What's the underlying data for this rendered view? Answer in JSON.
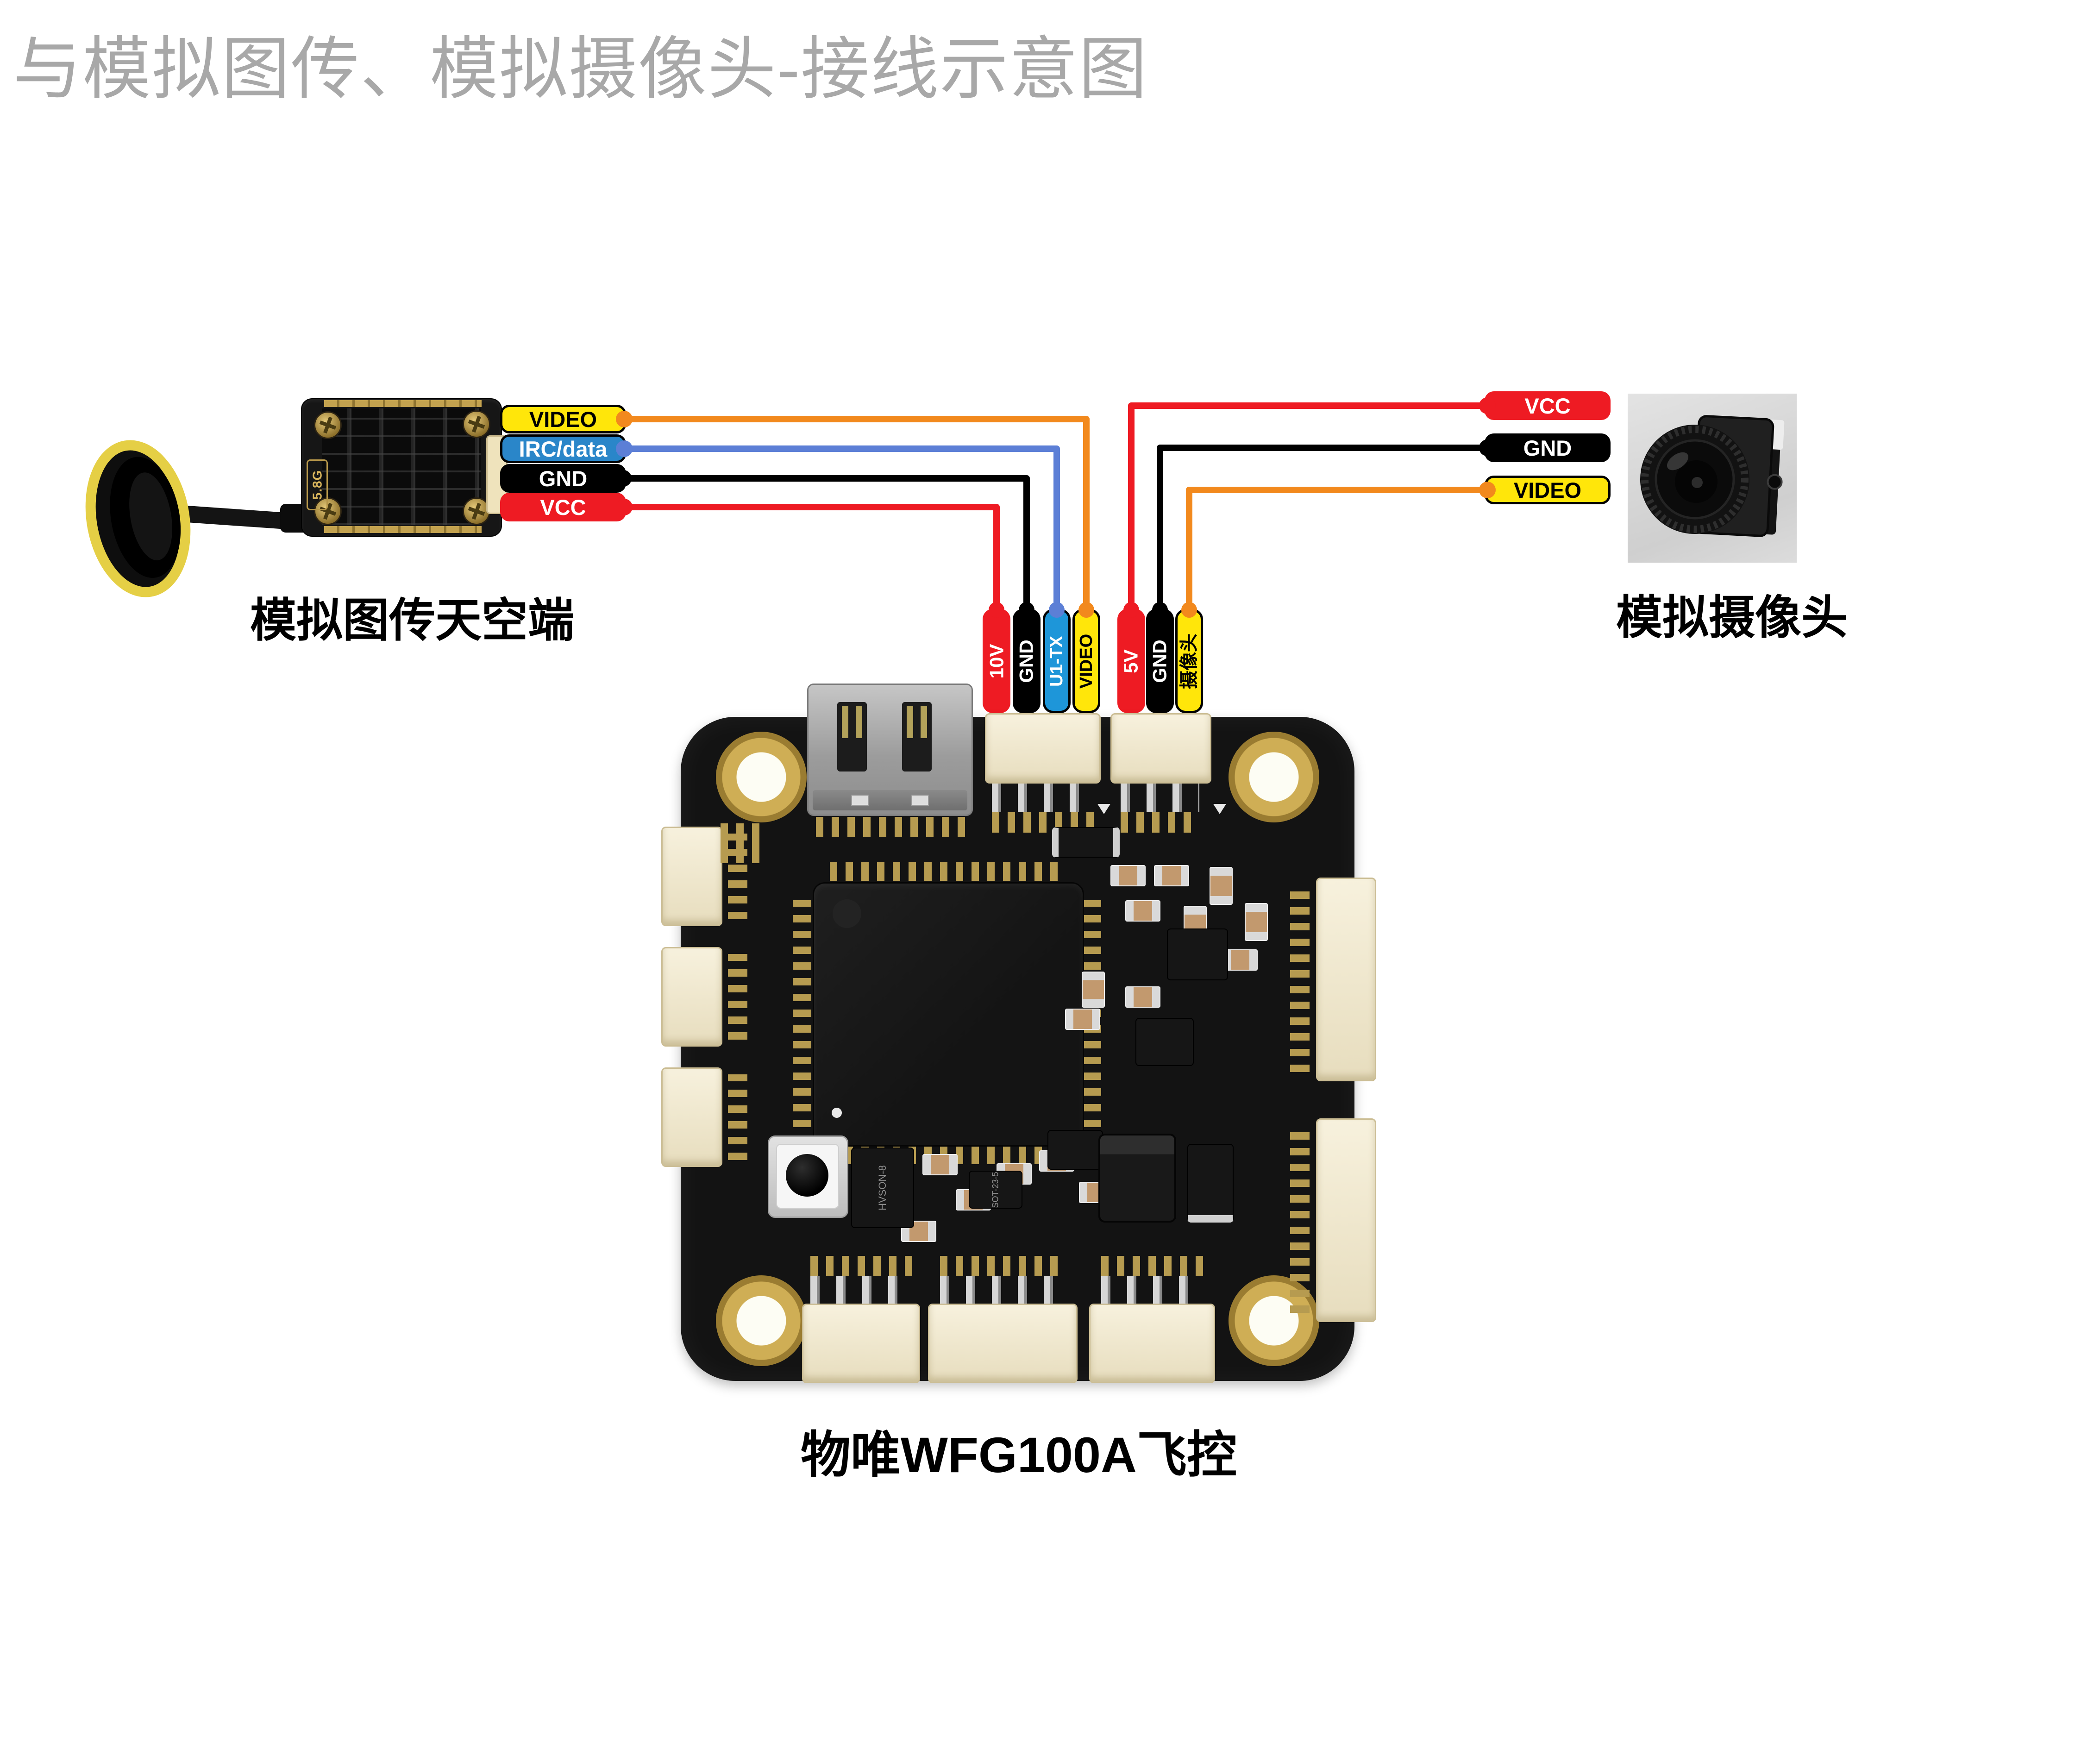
{
  "title": "与模拟图传、模拟摄像头-接线示意图",
  "colors": {
    "red": "#EE1B23",
    "black": "#000000",
    "yellow": "#FFE60A",
    "blue_pill": "#2A86C9",
    "blue_pill_bright": "#1E96D9",
    "blue_wire": "#5C7FD6",
    "orange": "#F2891D",
    "gold": "#C9A750",
    "title_gray": "#A8A8A8"
  },
  "vtx": {
    "caption": "模拟图传天空端",
    "chip_label": "5.8G",
    "pins": [
      {
        "label": "VIDEO",
        "bg": "#FFE60A",
        "fg": "#000000",
        "border": "5px solid #000000",
        "wire": "#F2891D"
      },
      {
        "label": "IRC/data",
        "bg": "#2A86C9",
        "fg": "#FFFFFF",
        "border": "5px solid #000000",
        "wire": "#5C7FD6"
      },
      {
        "label": "GND",
        "bg": "#000000",
        "fg": "#FFFFFF",
        "border": "none",
        "wire": "#000000"
      },
      {
        "label": "VCC",
        "bg": "#EE1B23",
        "fg": "#FFFFFF",
        "border": "none",
        "wire": "#EE1B23"
      }
    ]
  },
  "camera": {
    "caption": "模拟摄像头",
    "pins": [
      {
        "label": "VCC",
        "bg": "#EE1B23",
        "fg": "#FFFFFF",
        "border": "none",
        "wire": "#EE1B23"
      },
      {
        "label": "GND",
        "bg": "#000000",
        "fg": "#FFFFFF",
        "border": "none",
        "wire": "#000000"
      },
      {
        "label": "VIDEO",
        "bg": "#FFE60A",
        "fg": "#000000",
        "border": "5px solid #000000",
        "wire": "#F2891D"
      }
    ]
  },
  "fc": {
    "caption": "物唯WFG100A飞控",
    "ports": [
      {
        "label": "10V",
        "bg": "#EE1B23",
        "fg": "#FFFFFF",
        "border": "none",
        "wire": "#EE1B23"
      },
      {
        "label": "GND",
        "bg": "#000000",
        "fg": "#FFFFFF",
        "border": "none",
        "wire": "#000000"
      },
      {
        "label": "U1-TX",
        "bg": "#1E96D9",
        "fg": "#FFFFFF",
        "border": "5px solid #000000",
        "wire": "#5C7FD6"
      },
      {
        "label": "VIDEO",
        "bg": "#FFE60A",
        "fg": "#000000",
        "border": "5px solid #000000",
        "wire": "#F2891D"
      },
      {
        "label": "5V",
        "bg": "#EE1B23",
        "fg": "#FFFFFF",
        "border": "none",
        "wire": "#EE1B23"
      },
      {
        "label": "GND",
        "bg": "#000000",
        "fg": "#FFFFFF",
        "border": "none",
        "wire": "#000000"
      },
      {
        "label": "摄像头",
        "bg": "#FFE60A",
        "fg": "#000000",
        "border": "5px solid #000000",
        "wire": "#F2891D"
      }
    ],
    "markings": [
      "HVSON-8",
      "SOT-23-5"
    ]
  }
}
